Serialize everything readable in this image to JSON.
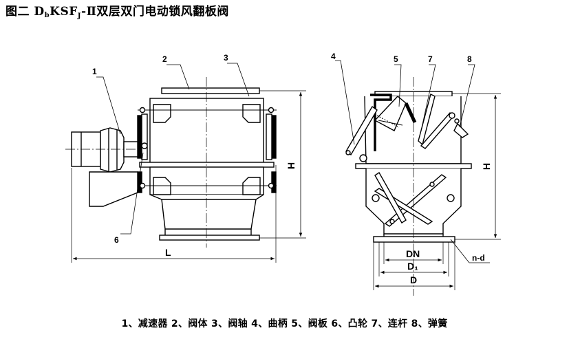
{
  "title": {
    "prefix": "图二  ",
    "code_d": "D",
    "code_b": "b",
    "code_ksf": "KSF",
    "code_j": "J",
    "suffix": "-Ⅱ双层双门电动锁风翻板阀"
  },
  "labels": {
    "part1": "1",
    "part2": "2",
    "part3": "3",
    "part4": "4",
    "part5": "5",
    "part6": "6",
    "part7": "7",
    "part8": "8"
  },
  "dimensions": {
    "L": "L",
    "H_left": "H",
    "H_right": "H",
    "DN": "DN",
    "D1": "D₁",
    "D": "D",
    "n_d": "n-d"
  },
  "legend": "1、减速器  2、阀体 3、阀轴 4、曲柄 5、阀板 6、凸轮 7、连杆 8、弹簧"
}
